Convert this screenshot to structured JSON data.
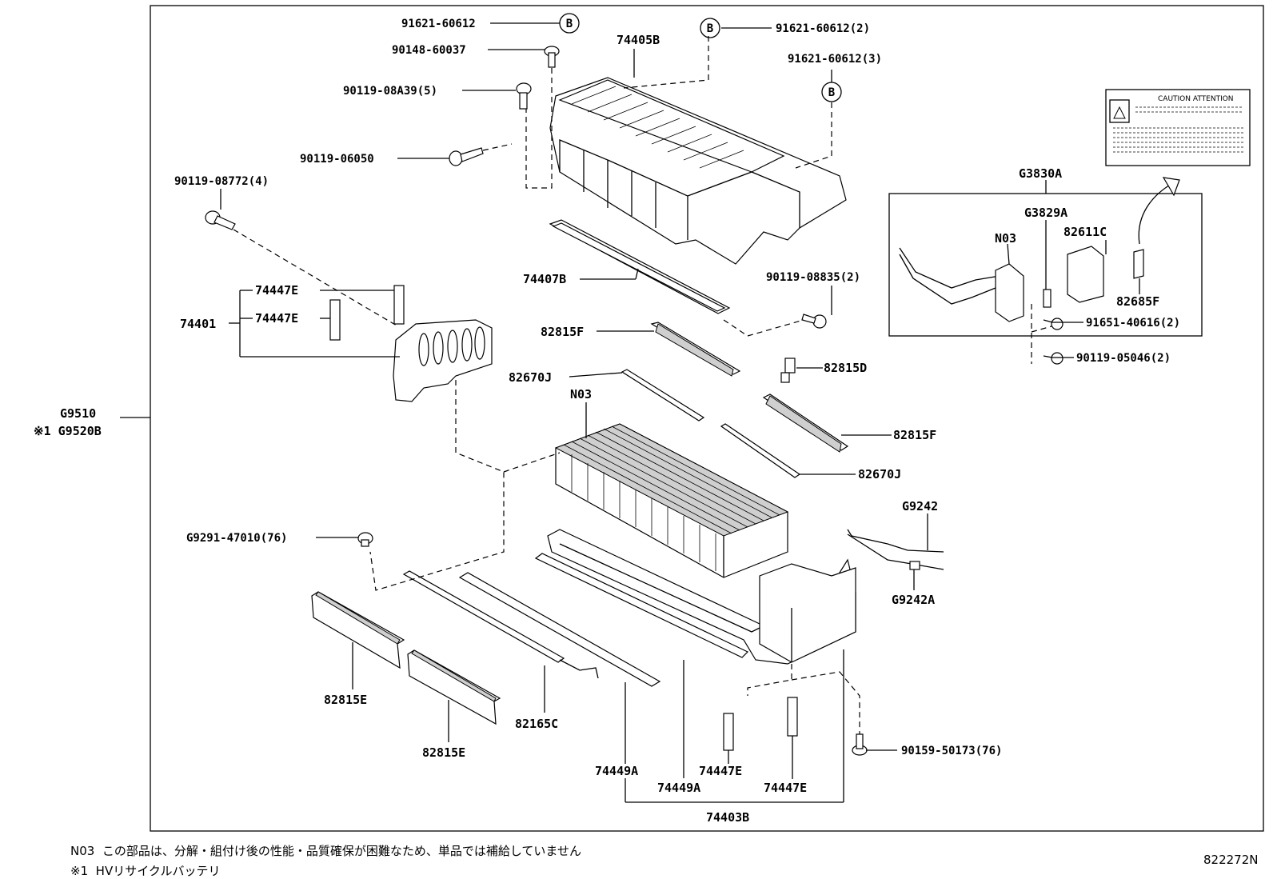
{
  "labels": {
    "p91621_60612": "91621-60612",
    "p91621_60612_2": "91621-60612(2)",
    "p91621_60612_3": "91621-60612(3)",
    "p90148_60037": "90148-60037",
    "p74405B": "74405B",
    "p90119_08A39": "90119-08A39(5)",
    "p90119_06050": "90119-06050",
    "p90119_08772": "90119-08772(4)",
    "p74407B": "74407B",
    "p74447E_a": "74447E",
    "p74447E_b": "74447E",
    "p74401": "74401",
    "p90119_08835": "90119-08835(2)",
    "p82815F_top": "82815F",
    "p82815D": "82815D",
    "p82670J_top": "82670J",
    "pN03_main": "N03",
    "p82815F_right": "82815F",
    "p82670J_right": "82670J",
    "pG9510": "G9510",
    "pG9520B": "※1 G9520B",
    "pG9291": "G9291-47010(76)",
    "pG9242": "G9242",
    "pG9242A": "G9242A",
    "p82815E_a": "82815E",
    "p82815E_b": "82815E",
    "p82165C": "82165C",
    "p74449A_a": "74449A",
    "p74449A_b": "74449A",
    "p74447E_c": "74447E",
    "p74447E_d": "74447E",
    "p74403B": "74403B",
    "p90159_50173": "90159-50173(76)",
    "pG3830A": "G3830A",
    "pG3829A": "G3829A",
    "pN03_inset": "N03",
    "p82611C": "82611C",
    "p82685F": "82685F",
    "p91651_40616": "91651-40616(2)",
    "p90119_05046": "90119-05046(2)",
    "circle_b1": "B",
    "circle_b2": "B",
    "circle_b3": "B"
  },
  "caution_label": {
    "heading": "CAUTION ATTENTION"
  },
  "footer": {
    "note_code": "N03",
    "note_text": "この部品は、分解・組付け後の性能・品質確保が困難なため、単品では補給していません",
    "ref_mark": "※1",
    "ref_text": "HVリサイクルバッテリ",
    "diagram_id": "822272N"
  }
}
